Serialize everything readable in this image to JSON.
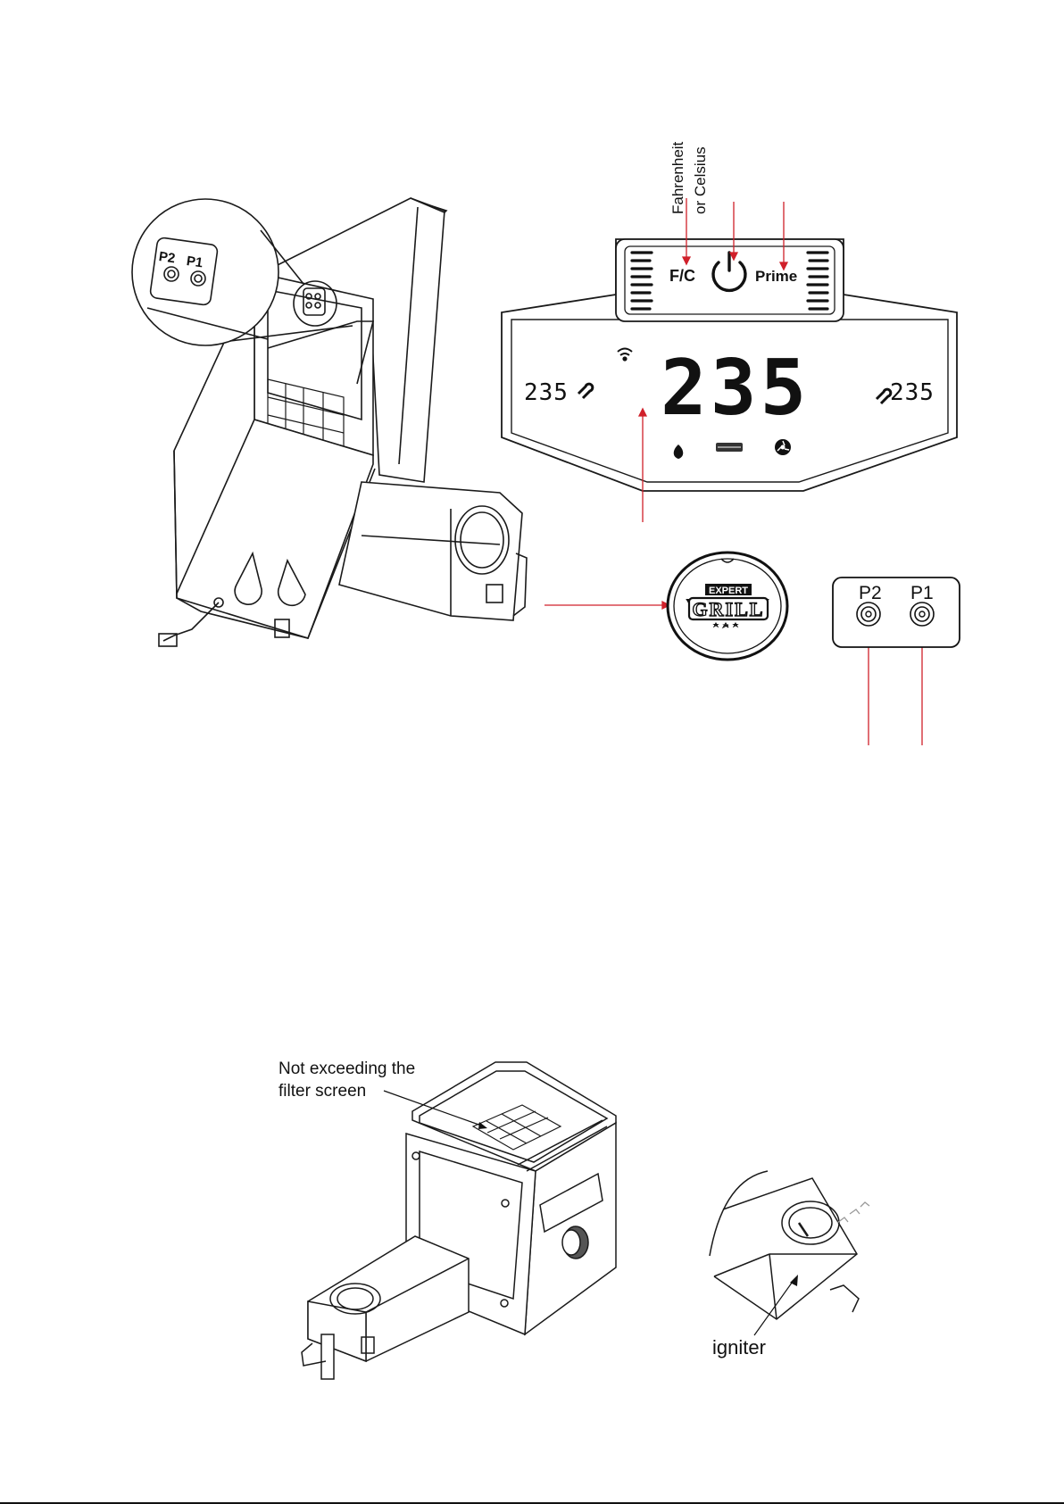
{
  "controller": {
    "rotated_labels": [
      "Fahrenheit",
      "or Celsius"
    ],
    "fc_label": "F/C",
    "prime_label": "Prime",
    "left_readout": "235",
    "main_readout": "235",
    "right_readout": "235"
  },
  "knob": {
    "logo_top": "EXPERT",
    "logo_main": "GRILL"
  },
  "probe_ports": {
    "p2_label": "P2",
    "p1_label": "P1"
  },
  "hopper_detail": {
    "zoom_p2": "P2",
    "zoom_p1": "P1"
  },
  "assembly": {
    "filter_note_line1": "Not exceeding the",
    "filter_note_line2": "filter screen",
    "igniter_label": "igniter"
  },
  "colors": {
    "leader": "#d0202a",
    "line": "#1a1a1a"
  }
}
